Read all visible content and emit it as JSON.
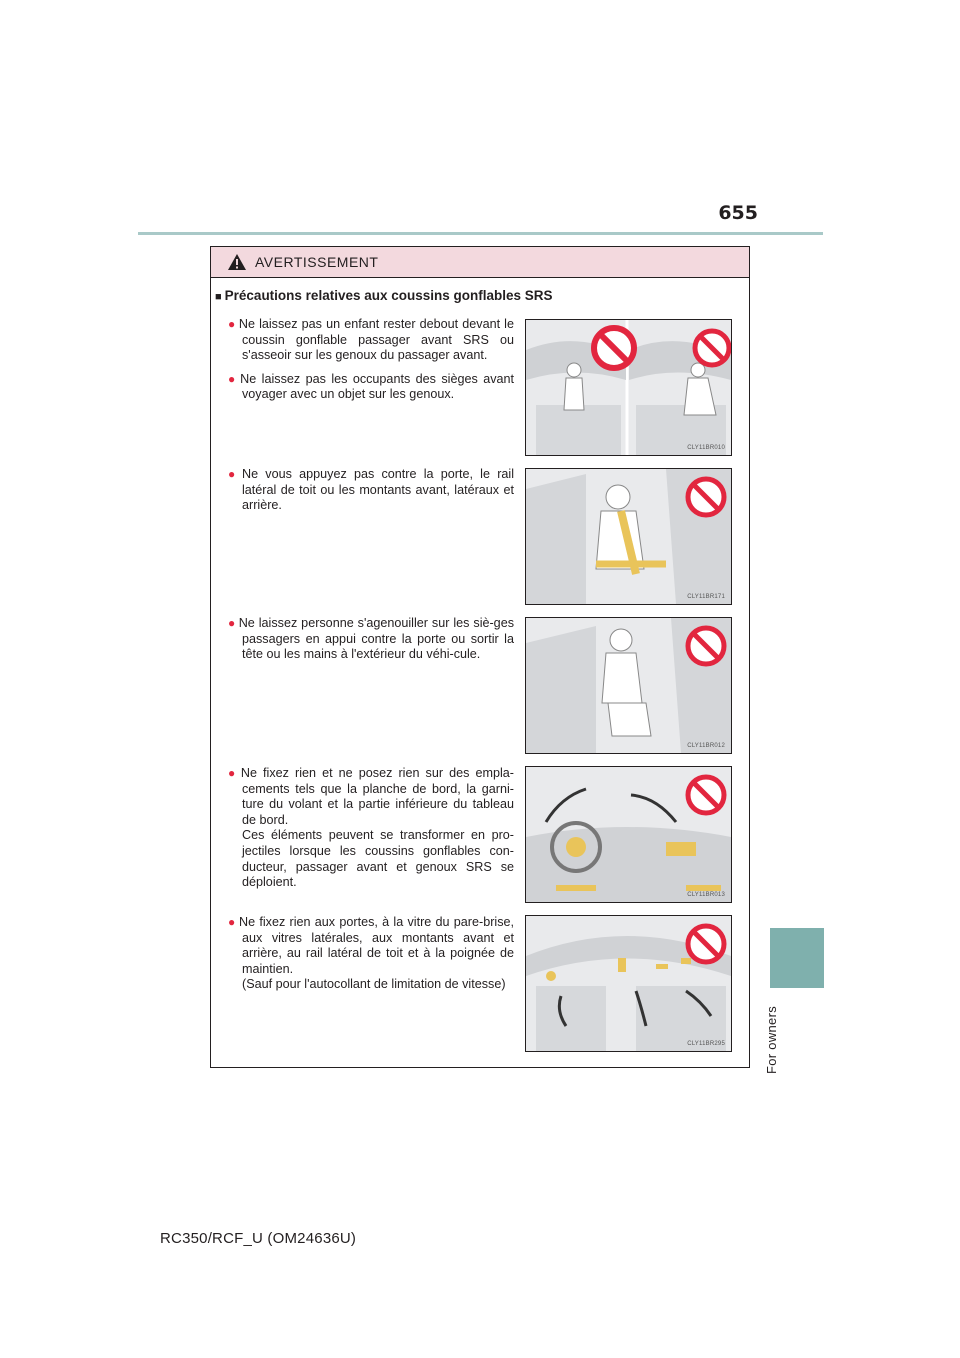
{
  "page": {
    "number": "655",
    "section_label": "For owners",
    "footer_model": "RC350/RCF_U (OM24636U)"
  },
  "warning": {
    "title": "AVERTISSEMENT",
    "icon": "warning-triangle-icon",
    "section_title": "Précautions relatives aux coussins gonflables SRS",
    "items": [
      {
        "paragraphs": [
          "Ne laissez pas un enfant rester debout devant le coussin gonflable passager avant SRS ou s'asseoir sur les genoux du passager avant.",
          "Ne laissez pas les occupants des sièges avant voyager avec un objet sur les genoux."
        ]
      },
      {
        "paragraphs": [
          "Ne vous appuyez pas contre la porte, le rail latéral de toit ou les montants avant, latéraux et arrière."
        ]
      },
      {
        "paragraphs": [
          "Ne laissez personne s'agenouiller sur les siè-ges passagers en appui contre la porte ou sortir la tête ou les mains à l'extérieur du véhi-cule."
        ]
      },
      {
        "paragraphs": [
          "Ne fixez rien et ne posez rien sur des empla-cements tels que la planche de bord, la garni-ture du volant et la partie inférieure du tableau de bord.\nCes éléments peuvent se transformer en pro-jectiles lorsque les coussins gonflables con-ducteur, passager avant et genoux SRS se déploient."
        ]
      },
      {
        "paragraphs": [
          "Ne fixez rien aux portes, à la vitre du pare-brise, aux vitres latérales, aux montants avant et arrière, au rail latéral de toit et à la poignée de maintien.\n(Sauf pour l'autocollant de limitation de vitesse)"
        ]
      }
    ],
    "figures": [
      {
        "code": "CLY11BR010"
      },
      {
        "code": "CLY11BR171"
      },
      {
        "code": "CLY11BR012"
      },
      {
        "code": "CLY11BR013"
      },
      {
        "code": "CLY11BR295"
      }
    ]
  },
  "colors": {
    "accent_teal": "#7fb0ad",
    "rule_teal": "#a9c9c8",
    "warning_header": "#f3d9de",
    "bullet_red": "#e2263f",
    "prohibit_red": "#e2263f",
    "seatbelt_yellow": "#e9c45a"
  }
}
